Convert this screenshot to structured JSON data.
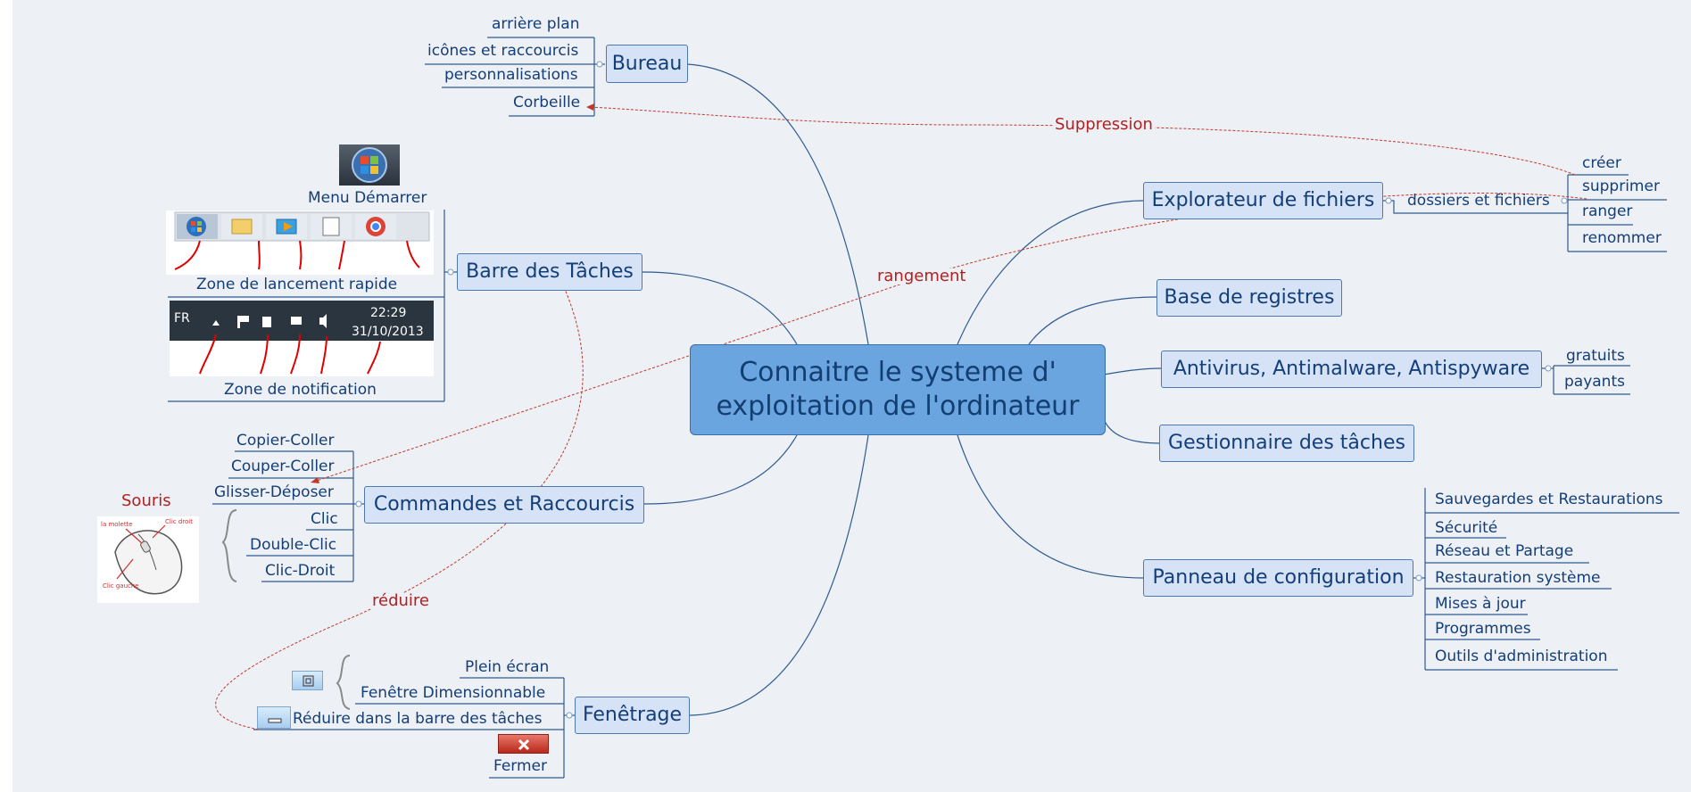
{
  "central": {
    "line1": "Connaitre le systeme d'",
    "line2": "exploitation de l'ordinateur"
  },
  "bureau": {
    "label": "Bureau",
    "items": [
      "arrière plan",
      "icônes et raccourcis",
      "personnalisations",
      "Corbeille"
    ]
  },
  "barre": {
    "label": "Barre des Tâches",
    "menu_demarrer": "Menu Démarrer",
    "zone_lancement": "Zone de lancement rapide",
    "zone_notification": "Zone de notification",
    "tray": {
      "lang": "FR",
      "time": "22:29",
      "date": "31/10/2013"
    }
  },
  "commandes": {
    "label": "Commandes et Raccourcis",
    "items": [
      "Copier-Coller",
      "Couper-Coller",
      "Glisser-Déposer",
      "Clic",
      "Double-Clic",
      "Clic-Droit"
    ],
    "souris": "Souris",
    "mouse_labels": [
      "la molette",
      "Clic droit",
      "Clic gauche"
    ]
  },
  "fenetrage": {
    "label": "Fenêtrage",
    "items": [
      "Plein écran",
      "Fenêtre Dimensionnable",
      "Réduire dans la barre des tâches",
      "Fermer"
    ]
  },
  "explorateur": {
    "label": "Explorateur de fichiers",
    "child": "dossiers et fichiers",
    "items": [
      "créer",
      "supprimer",
      "ranger",
      "renommer"
    ]
  },
  "registres": {
    "label": "Base de registres"
  },
  "antivirus": {
    "label": "Antivirus, Antimalware, Antispyware",
    "items": [
      "gratuits",
      "payants"
    ]
  },
  "gestionnaire": {
    "label": "Gestionnaire des tâches"
  },
  "panneau": {
    "label": "Panneau de configuration",
    "items": [
      "Sauvegardes et Restaurations",
      "Sécurité",
      "Réseau et Partage",
      "Restauration système",
      "Mises à jour",
      "Programmes",
      "Outils d'administration"
    ]
  },
  "relations": {
    "suppression": "Suppression",
    "rangement": "rangement",
    "reduire": "réduire"
  },
  "colors": {
    "topic_bg": "#d6e3f7",
    "topic_border": "#4e79b0",
    "central_bg": "#6aa5e0",
    "line": "#2f5b8f",
    "relation": "#c0392b",
    "background": "#edf0f5"
  }
}
